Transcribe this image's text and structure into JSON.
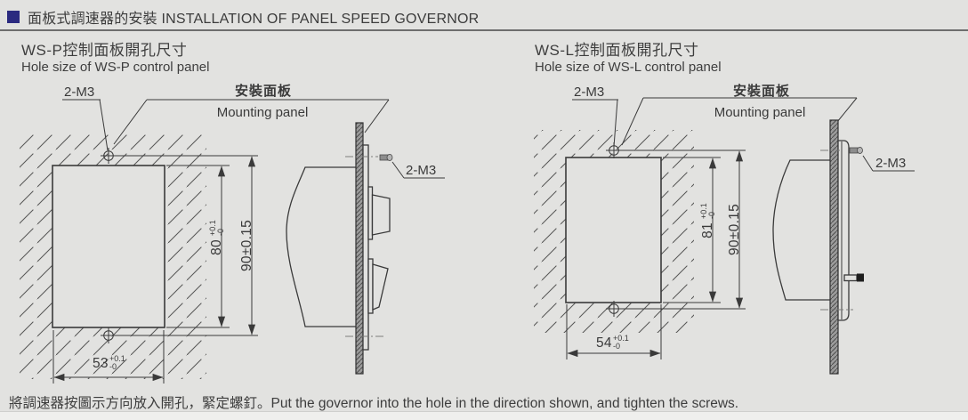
{
  "header": {
    "title": "面板式調速器的安裝 INSTALLATION OF PANEL SPEED GOVERNOR"
  },
  "footer": {
    "note": "將調速器按圖示方向放入開孔，緊定螺釘。Put the governor into the hole in the direction shown, and tighten the screws."
  },
  "colors": {
    "accent_square": "#2b2a80",
    "background": "#e2e2e0",
    "line": "#3a3a3a"
  },
  "diagrams": [
    {
      "id": "ws-p",
      "title_zh": "WS-P控制面板開孔尺寸",
      "title_en": "Hole size of WS-P control panel",
      "screw_label": "2-M3",
      "side_screw_label": "2-M3",
      "panel_label_zh": "安裝面板",
      "panel_label_en": "Mounting panel",
      "dims": {
        "hole_width": "53",
        "hole_width_tol_up": "+0.1",
        "hole_width_tol_dn": "-0",
        "hole_height": "80",
        "hole_height_tol_up": "+0.1",
        "hole_height_tol_dn": "-0",
        "screw_span": "90±0.15"
      }
    },
    {
      "id": "ws-l",
      "title_zh": "WS-L控制面板開孔尺寸",
      "title_en": "Hole size of WS-L control panel",
      "screw_label": "2-M3",
      "side_screw_label": "2-M3",
      "panel_label_zh": "安裝面板",
      "panel_label_en": "Mounting panel",
      "dims": {
        "hole_width": "54",
        "hole_width_tol_up": "+0.1",
        "hole_width_tol_dn": "-0",
        "hole_height": "81",
        "hole_height_tol_up": "+0.1",
        "hole_height_tol_dn": "-0",
        "screw_span": "90±0.15"
      }
    }
  ]
}
